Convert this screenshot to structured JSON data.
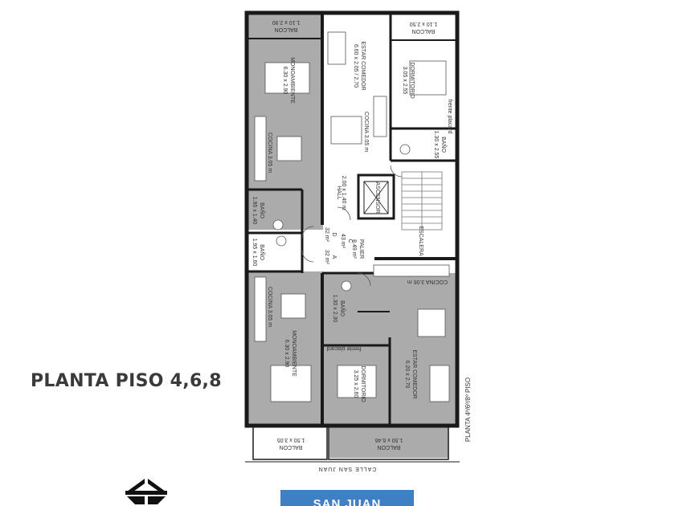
{
  "floor_title": "PLANTA PISO 4,6,8",
  "plan_caption": "PLANTA 4º/6º/8º PISO",
  "street_label": "CALLE SAN JUAN",
  "street_banner": "SAN JUAN",
  "colors": {
    "unit_fill": "#ababab",
    "common_fill": "#ffffff",
    "wall": "#1a1a1a",
    "banner": "#3f7fc4"
  },
  "rooms": {
    "balcon_top_left": {
      "name": "BALCON",
      "dims": "1.10 x 2.90"
    },
    "balcon_top_right": {
      "name": "BALCON",
      "dims": "1.10 x 2.50"
    },
    "monoambiente_top": {
      "name": "MONOAMBIENTE",
      "dims": "6.30 x 2.90"
    },
    "estar_top": {
      "name": "ESTAR COMEDOR",
      "dims": "6.60 x 2.05 / 2.70"
    },
    "dormitorio_top": {
      "name": "DORMITORIO",
      "dims": "3.05 x 2.55"
    },
    "frente_placard_top": "frente placard",
    "cocina_top_left": "COCINA 3.05 m",
    "cocina_top_center": "COCINA 3.05 m",
    "bano_top_right": {
      "name": "BAÑO",
      "dims": "1.30 x 2.55"
    },
    "hall": {
      "name": "HALL",
      "dims": "2.00 x 1.40 m"
    },
    "ascensor": "ASCENSOR",
    "bano_left_1": {
      "name": "BAÑO",
      "dims": "1.95 x 1.40"
    },
    "bano_left_2": {
      "name": "BAÑO",
      "dims": "1.95 x 1.60"
    },
    "palier": {
      "name": "PALIER",
      "area": "8.49 m²"
    },
    "unit_d": {
      "letter": "D",
      "area": "32 m²"
    },
    "unit_c": {
      "letter": "C",
      "area": "43 m²"
    },
    "unit_a": {
      "letter": "A",
      "area": "32 m²"
    },
    "escalera": "ESCALERA",
    "cocina_bottom_right": "COCINA 3.06 m",
    "cocina_bottom_left": "COCINA 3.05 m",
    "bano_bottom": {
      "name": "BAÑO",
      "dims": "1.30 x 2.30"
    },
    "monoambiente_bottom": {
      "name": "MONOAMBIENTE",
      "dims": "6.30 x 2.90"
    },
    "frente_placard_bottom": "frente placard",
    "dormitorio_bottom": {
      "name": "DORMITORIO",
      "dims": "3.25 x 2.60"
    },
    "estar_bottom": {
      "name": "ESTAR COMEDOR",
      "dims": "6.20 x 2.70"
    },
    "balcon_bottom_left": {
      "name": "BALCON",
      "dims": "1.50 x 3.05"
    },
    "balcon_bottom_right": {
      "name": "BALCON",
      "dims": "1.50 x 6.46"
    }
  }
}
